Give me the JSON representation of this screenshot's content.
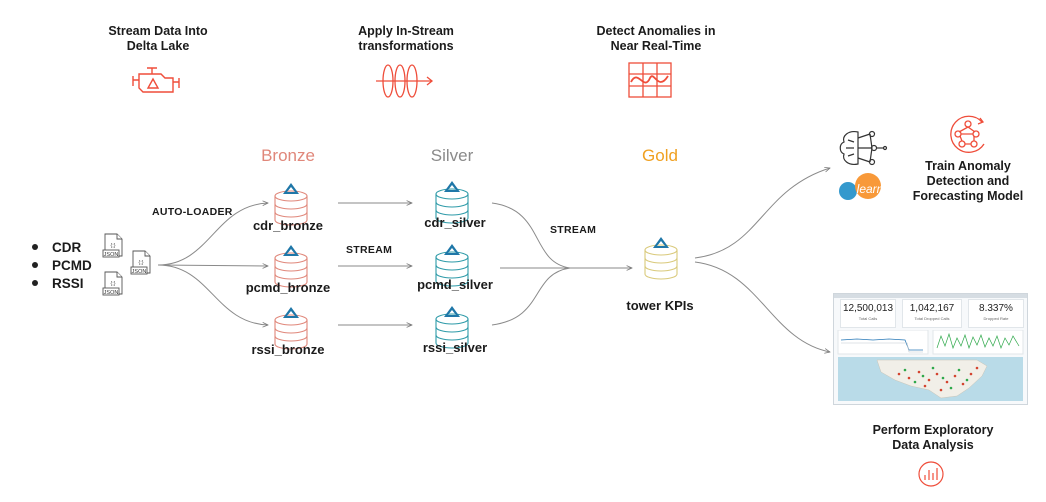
{
  "titles": {
    "stream": [
      "Stream Data Into",
      "Delta Lake"
    ],
    "transform": [
      "Apply In-Stream",
      "transformations"
    ],
    "detect": [
      "Detect Anomalies in",
      "Near Real-Time"
    ],
    "train": [
      "Train Anomaly",
      "Detection and",
      "Forecasting Model"
    ],
    "explore": [
      "Perform Exploratory",
      "Data Analysis"
    ]
  },
  "tiers": {
    "bronze": "Bronze",
    "silver": "Silver",
    "gold": "Gold"
  },
  "sources": [
    "CDR",
    "PCMD",
    "RSSI"
  ],
  "file_label": "JSON",
  "nodes": {
    "cdr_bronze": "cdr_bronze",
    "pcmd_bronze": "pcmd_bronze",
    "rssi_bronze": "rssi_bronze",
    "cdr_silver": "cdr_silver",
    "pcmd_silver": "pcmd_silver",
    "rssi_silver": "rssi_silver",
    "tower_kpis": "tower KPIs"
  },
  "edges": {
    "auto_loader": "AUTO-LOADER",
    "stream_mid": "STREAM",
    "stream_right": "STREAM"
  },
  "sklearn_label": "learn",
  "dashboard": {
    "kpis": [
      {
        "value": "12,500,013",
        "label": "Total Calls"
      },
      {
        "value": "1,042,167",
        "label": "Total Dropped Calls"
      },
      {
        "value": "8.337%",
        "label": "Dropped Rate"
      }
    ]
  },
  "colors": {
    "accent": "#ef4d3a",
    "bronze": "#e0877a",
    "silver": "#2d9aa8",
    "gold": "#f0a020",
    "arrow": "#7a7a7a"
  }
}
